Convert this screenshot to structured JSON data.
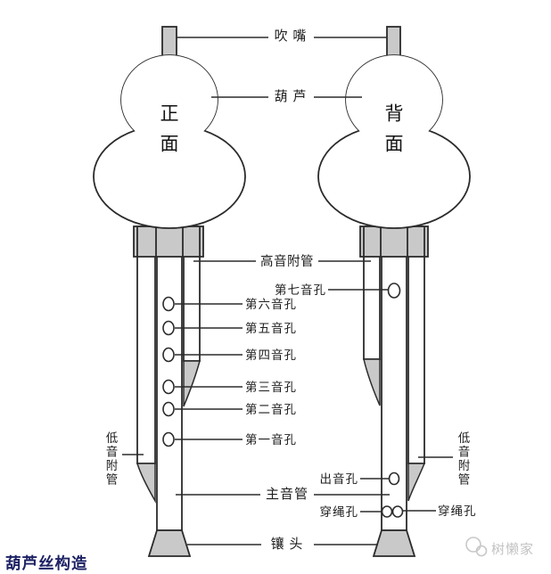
{
  "title": "葫芦丝构造",
  "watermark": "树懒家",
  "front_face_label": "正面",
  "back_face_label": "背面",
  "labels": {
    "mouthpiece": "吹 嘴",
    "gourd": "葫 芦",
    "high_pipe": "高音附管",
    "hole7": "第七音孔",
    "hole6": "第六音孔",
    "hole5": "第五音孔",
    "hole4": "第四音孔",
    "hole3": "第三音孔",
    "hole2": "第二音孔",
    "hole1": "第一音孔",
    "low_pipe": "低音附管",
    "sound_out_hole": "出音孔",
    "main_pipe": "主音管",
    "rope_hole": "穿绳孔",
    "head": "镶 头"
  },
  "colors": {
    "line": "#2b2b2b",
    "fill_gray": "#c9c9c9",
    "title": "#1d2264",
    "watermark": "#c2c2c2"
  }
}
